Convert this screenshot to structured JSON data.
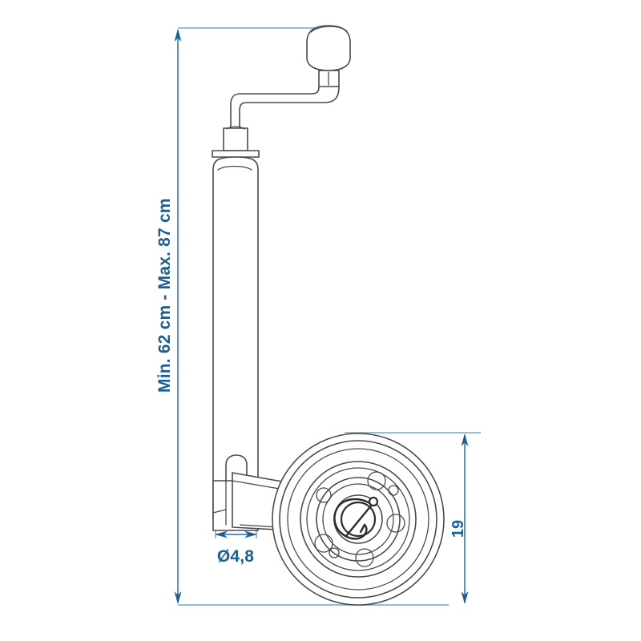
{
  "drawing": {
    "title": "Jockey wheel technical dimension drawing",
    "subject": "trailer-jockey-wheel",
    "view": "side elevation",
    "background_color": "#ffffff",
    "line_color": "#4a4a4a",
    "dimension_color": "#1b5f96",
    "dimension_line_color": "#3a87b8"
  },
  "dimensions": {
    "height": {
      "label": "Min. 62 cm - Max. 87 cm",
      "orientation": "vertical",
      "position": "left",
      "min_value": "62",
      "max_value": "87",
      "unit": "cm"
    },
    "tube_diameter": {
      "label": "Ø4,8",
      "orientation": "horizontal",
      "position": "bottom-left",
      "value": "4,8",
      "symbol": "Ø"
    },
    "wheel_diameter": {
      "label": "19",
      "orientation": "vertical",
      "position": "right",
      "value": "19"
    }
  },
  "components": {
    "handle_knob": "crank-handle-knob",
    "crank_arm": "crank-arm",
    "inner_tube": "inner-sliding-tube",
    "outer_tube": "outer-support-tube",
    "collar": "tube-collar",
    "mounting_bracket": "mounting-bracket",
    "fork_arm": "wheel-fork-arm",
    "tire": "rubber-tire",
    "rim": "wheel-rim",
    "hub": "wheel-hub",
    "axle_pin": "axle-r-clip-pin",
    "bolt_holes": "rim-bolt-holes"
  }
}
